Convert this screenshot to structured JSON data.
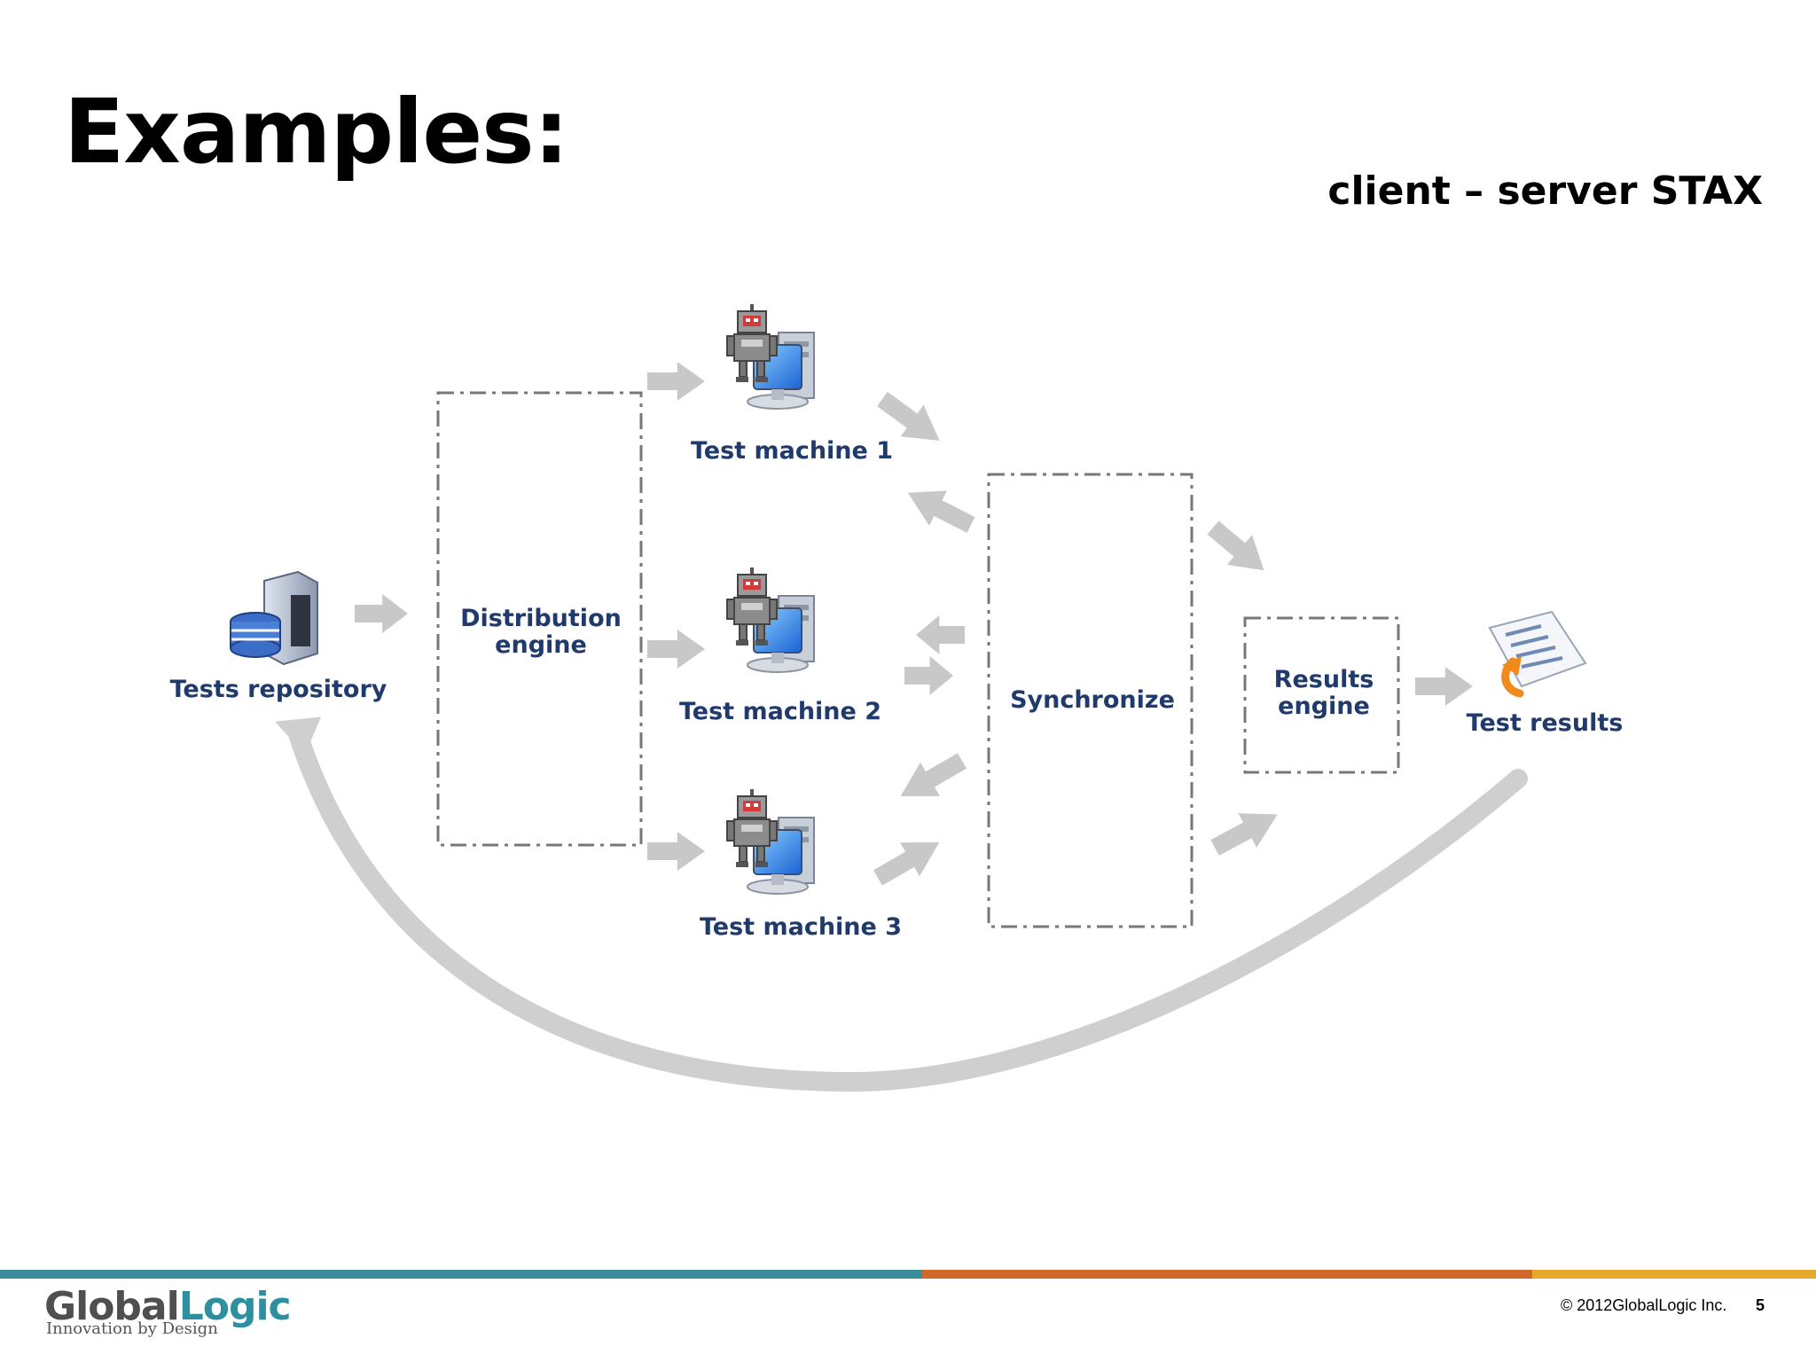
{
  "slide": {
    "title": "Examples:",
    "subtitle": "client – server STAX"
  },
  "diagram": {
    "nodes": {
      "tests_repository": "Tests repository",
      "distribution_engine": [
        "Distribution",
        "engine"
      ],
      "test_machine_1": "Test machine 1",
      "test_machine_2": "Test machine 2",
      "test_machine_3": "Test machine 3",
      "synchronize": "Synchronize",
      "results_engine": [
        "Results",
        "engine"
      ],
      "test_results": "Test results"
    },
    "colors": {
      "label": "#1f3a6b",
      "arrow": "#c8c8c8",
      "box_border": "#777777",
      "server": "#4a78c8",
      "robot": "#8c8c8c",
      "robot_face": "#d23b3b",
      "monitor": "#2d7fe0"
    },
    "icons": {
      "tests_repository": "database-server-icon",
      "test_machine": "robot-computer-icon",
      "test_results": "report-document-icon"
    }
  },
  "footer": {
    "logo_part1": "Global",
    "logo_part2": "Logic",
    "tagline": "Innovation by Design",
    "copyright": "© 2012GlobalLogic Inc.",
    "page_number": "5",
    "bar_colors": [
      "#3a8e9c",
      "#d0682c",
      "#e6a92c"
    ]
  }
}
